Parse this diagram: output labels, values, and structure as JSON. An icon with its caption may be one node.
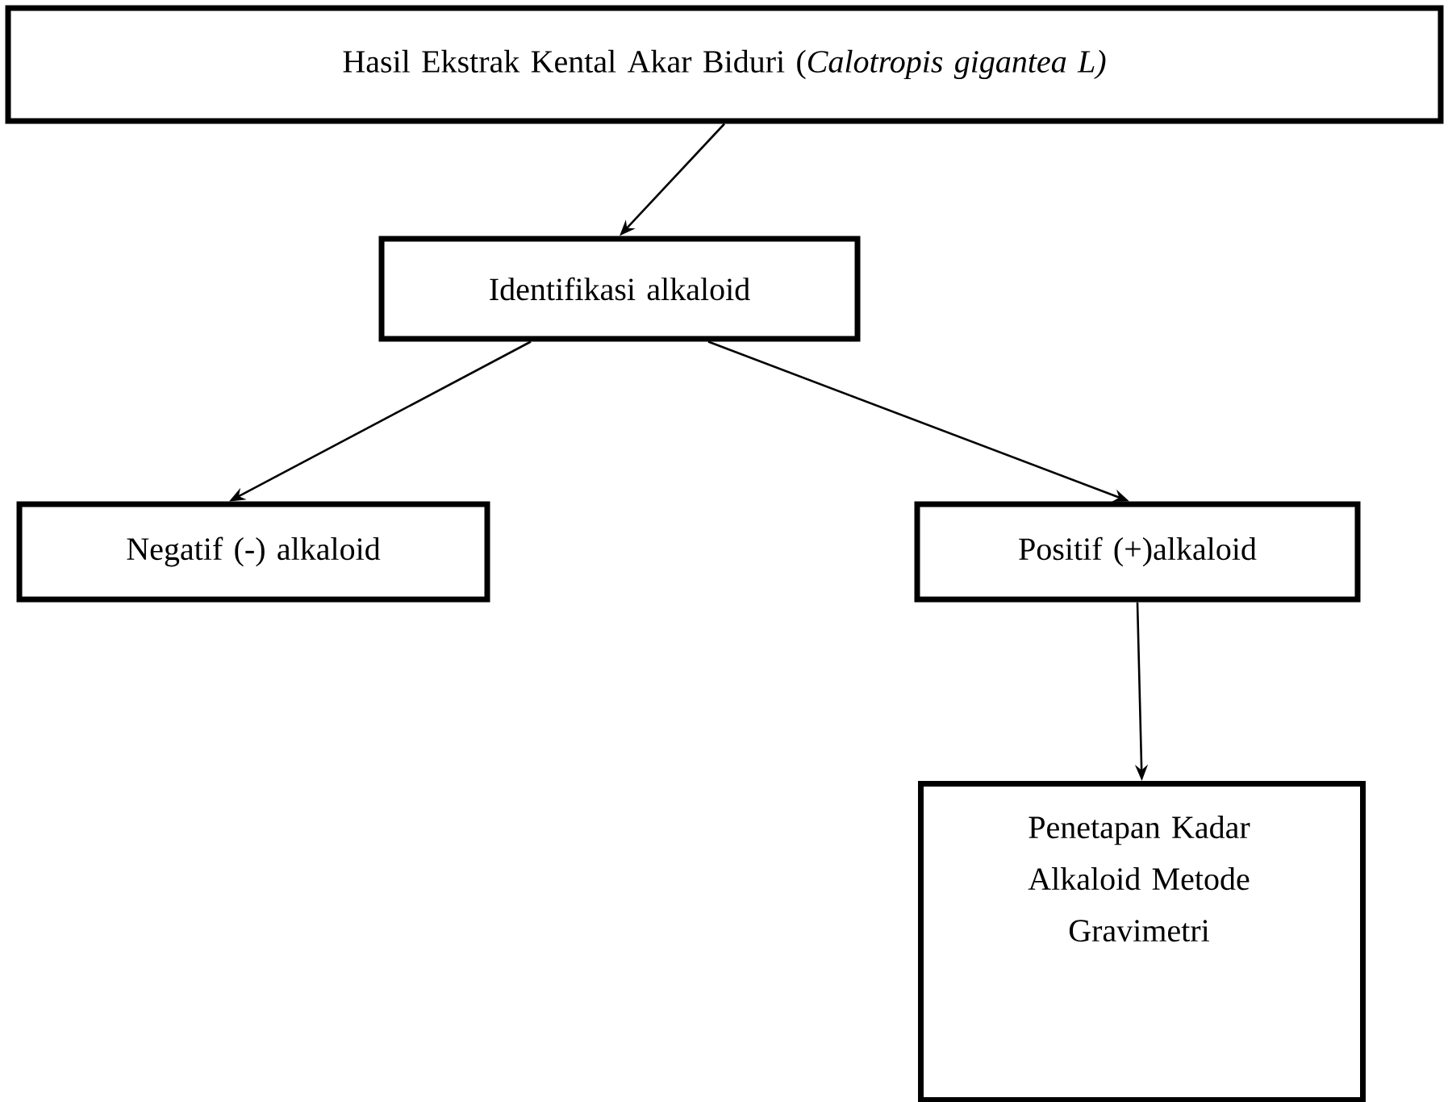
{
  "diagram": {
    "nodes": [
      {
        "text": [
          "Hasil Ekstrak Kental Akar Biduri (*Calotropis gigantea L)*"
        ]
      },
      {
        "text": [
          "Identifikasi alkaloid"
        ]
      },
      {
        "text": [
          "Negatif (-) alkaloid"
        ]
      },
      {
        "text": [
          "Positif (+)alkaloid"
        ]
      },
      {
        "text": [
          "Penetapan Kadar Alkaloid Metode Gravimetri"
        ]
      }
    ],
    "edges": [
      {
        "from": 0,
        "to": 1,
        "arrow": "to"
      },
      {
        "from": 1,
        "to": 2,
        "arrow": "to"
      },
      {
        "from": 1,
        "to": 3,
        "arrow": "to"
      },
      {
        "from": 3,
        "to": 4,
        "arrow": "to"
      }
    ]
  }
}
